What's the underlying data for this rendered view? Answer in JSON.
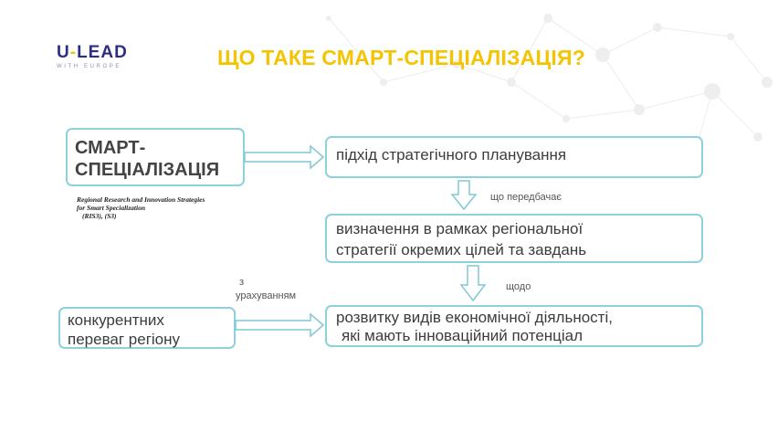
{
  "logo": {
    "main_left": "U",
    "main_dash": "-",
    "main_right": "LEAD",
    "sub": "WITH EUROPE"
  },
  "title": "ЩО ТАКЕ СМАРТ-СПЕЦІАЛІЗАЦІЯ?",
  "boxes": {
    "smart": {
      "line1": "СМАРТ-",
      "line2": "СПЕЦІАЛІЗАЦІЯ"
    },
    "planning": "підхід стратегічного планування",
    "definition": {
      "line1": "визначення в рамках регіональної",
      "line2": "стратегії окремих цілей та завдань"
    },
    "advantages": {
      "line1": "конкурентних",
      "line2": "переваг регіону"
    },
    "development": {
      "line1": "розвитку видів економічної діяльності,",
      "line2": "які мають інноваційний потенціал"
    }
  },
  "ris_note": {
    "line1": "Regional Research and Innovation Strategies",
    "line2": "for Smart Specialization",
    "line3": "(RIS3), (S3)"
  },
  "labels": {
    "predbachaye": "що передбачає",
    "shchodo": "щодо",
    "z": "з",
    "urakhuvannyam": "урахуванням"
  },
  "colors": {
    "title": "#f5c400",
    "box_border": "#8ed0dc",
    "arrow": "#7fc9d6",
    "logo": "#2d2e7f",
    "logo_accent": "#f3c300"
  }
}
